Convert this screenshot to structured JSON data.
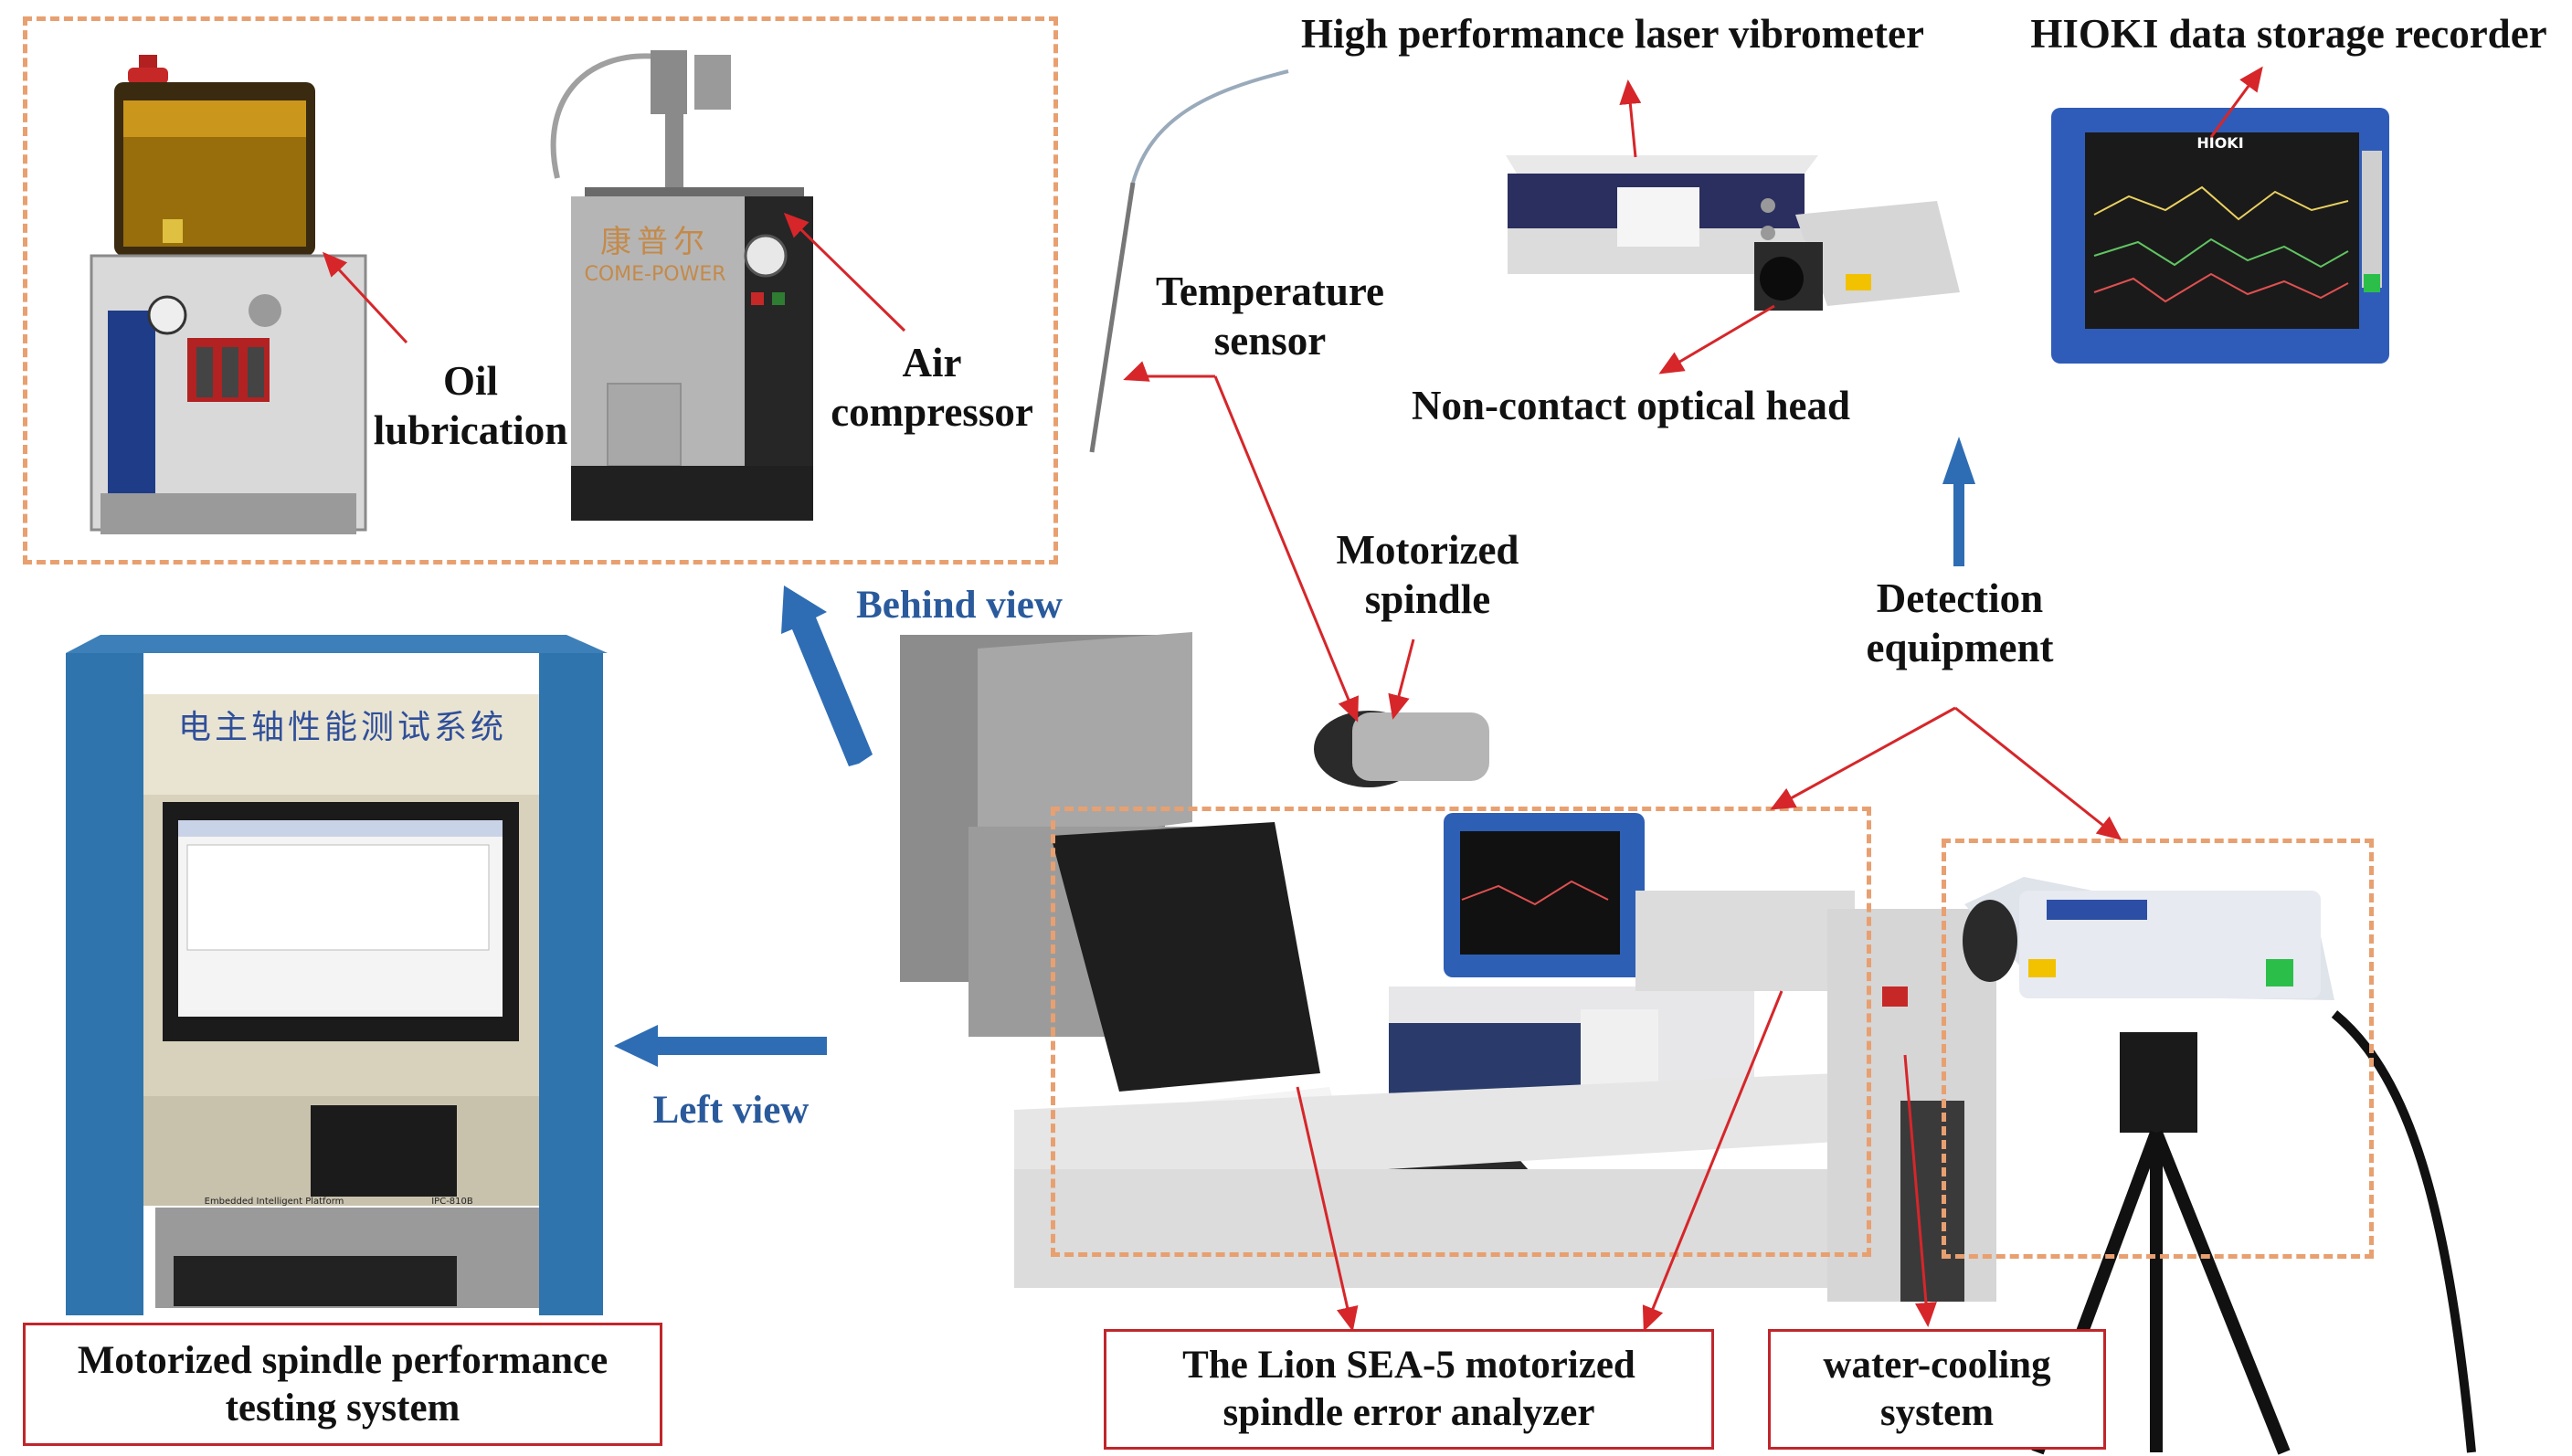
{
  "labels": {
    "laser_vibrometer": "High performance laser vibrometer",
    "hioki_recorder": "HIOKI data storage recorder",
    "temperature_sensor": [
      "Temperature",
      "sensor"
    ],
    "non_contact_head": "Non-contact optical head",
    "oil_lubrication": [
      "Oil",
      "lubrication"
    ],
    "air_compressor": [
      "Air",
      "compressor"
    ],
    "motorized_spindle": [
      "Motorized",
      "spindle"
    ],
    "detection_equipment": [
      "Detection",
      "equipment"
    ],
    "behind_view": "Behind view",
    "left_view": "Left view",
    "testing_system": [
      "Motorized spindle performance",
      "testing system"
    ],
    "error_analyzer": [
      "The Lion SEA-5 motorized",
      "spindle error analyzer"
    ],
    "water_cooling": [
      "water-cooling",
      "system"
    ]
  },
  "device_text": {
    "cabinet_title": "电主轴性能测试系统",
    "compressor_brand_cn": "康普尔",
    "compressor_brand_en": "COME-POWER",
    "hioki_brand": "HIOKI",
    "ipc_brand": "Embedded Intelligent Platform",
    "ipc_model": "IPC-810B"
  },
  "colors": {
    "red_arrow": "#d6262a",
    "blue_arrow": "#2e6db4",
    "dashed_box": "#e8a070",
    "label_box": "#c0262b",
    "blue_text": "#2a5a9c"
  }
}
